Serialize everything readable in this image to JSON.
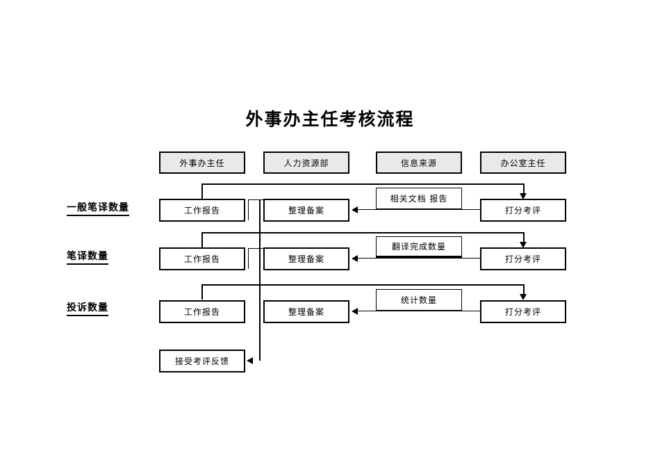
{
  "document": {
    "title": "外事办主任考核流程"
  },
  "diagram": {
    "type": "flowchart",
    "columns": [
      {
        "id": "col-foreign-affairs-director",
        "label": "外事办主任"
      },
      {
        "id": "col-hr-department",
        "label": "人力资源部"
      },
      {
        "id": "col-information-source",
        "label": "信息来源"
      },
      {
        "id": "col-office-director",
        "label": "办公室主任"
      }
    ],
    "rows": [
      {
        "id": "row-general-translation-volume",
        "label": "一般笔译数量",
        "nodes": {
          "report": "工作报告",
          "archive": "整理备案",
          "source": "相关文档 报告",
          "score": "打分考评"
        }
      },
      {
        "id": "row-written-translation-volume",
        "label": "笔译数量",
        "nodes": {
          "report": "工作报告",
          "archive": "整理备案",
          "source": "翻译完成数量",
          "score": "打分考评"
        }
      },
      {
        "id": "row-complaint-volume",
        "label": "投诉数量",
        "nodes": {
          "report": "工作报告",
          "archive": "整理备案",
          "source": "统计数量",
          "score": "打分考评"
        }
      }
    ],
    "feedback_node": {
      "id": "node-receive-feedback",
      "label": "接受考评反馈"
    },
    "colors": {
      "header_fill": "#e9e9e9",
      "line": "#000000",
      "box_fill": "#ffffff",
      "text": "#000000"
    }
  }
}
